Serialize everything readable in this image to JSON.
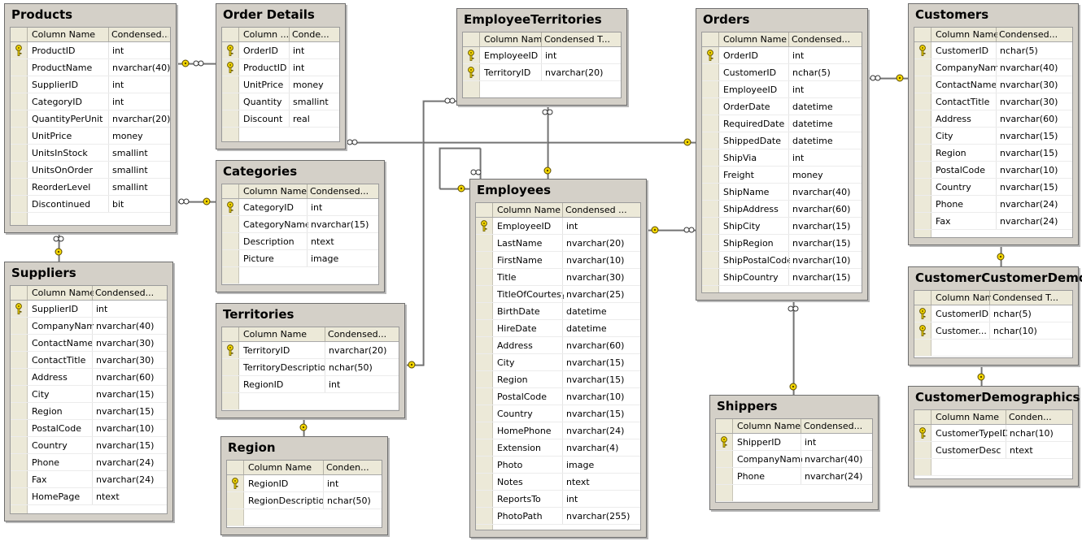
{
  "header": {
    "col_name": "Column Name",
    "col_type": "Condensed Type"
  },
  "tables": [
    {
      "name": "Products",
      "type_header": "Condensed...",
      "rows": [
        {
          "col": "ProductID",
          "type": "int",
          "pk": true
        },
        {
          "col": "ProductName",
          "type": "nvarchar(40)"
        },
        {
          "col": "SupplierID",
          "type": "int"
        },
        {
          "col": "CategoryID",
          "type": "int"
        },
        {
          "col": "QuantityPerUnit",
          "type": "nvarchar(20)"
        },
        {
          "col": "UnitPrice",
          "type": "money"
        },
        {
          "col": "UnitsInStock",
          "type": "smallint"
        },
        {
          "col": "UnitsOnOrder",
          "type": "smallint"
        },
        {
          "col": "ReorderLevel",
          "type": "smallint"
        },
        {
          "col": "Discontinued",
          "type": "bit"
        }
      ]
    },
    {
      "name": "Order Details",
      "name_header": "Column ...",
      "type_header": "Conde...",
      "rows": [
        {
          "col": "OrderID",
          "type": "int",
          "pk": true
        },
        {
          "col": "ProductID",
          "type": "int",
          "pk": true
        },
        {
          "col": "UnitPrice",
          "type": "money"
        },
        {
          "col": "Quantity",
          "type": "smallint"
        },
        {
          "col": "Discount",
          "type": "real"
        }
      ]
    },
    {
      "name": "EmployeeTerritories",
      "type_header": "Condensed T...",
      "rows": [
        {
          "col": "EmployeeID",
          "type": "int",
          "pk": true
        },
        {
          "col": "TerritoryID",
          "type": "nvarchar(20)",
          "pk": true
        }
      ]
    },
    {
      "name": "Orders",
      "type_header": "Condensed...",
      "rows": [
        {
          "col": "OrderID",
          "type": "int",
          "pk": true
        },
        {
          "col": "CustomerID",
          "type": "nchar(5)"
        },
        {
          "col": "EmployeeID",
          "type": "int"
        },
        {
          "col": "OrderDate",
          "type": "datetime"
        },
        {
          "col": "RequiredDate",
          "type": "datetime"
        },
        {
          "col": "ShippedDate",
          "type": "datetime"
        },
        {
          "col": "ShipVia",
          "type": "int"
        },
        {
          "col": "Freight",
          "type": "money"
        },
        {
          "col": "ShipName",
          "type": "nvarchar(40)"
        },
        {
          "col": "ShipAddress",
          "type": "nvarchar(60)"
        },
        {
          "col": "ShipCity",
          "type": "nvarchar(15)"
        },
        {
          "col": "ShipRegion",
          "type": "nvarchar(15)"
        },
        {
          "col": "ShipPostalCode",
          "type": "nvarchar(10)"
        },
        {
          "col": "ShipCountry",
          "type": "nvarchar(15)"
        }
      ]
    },
    {
      "name": "Customers",
      "type_header": "Condensed...",
      "rows": [
        {
          "col": "CustomerID",
          "type": "nchar(5)",
          "pk": true
        },
        {
          "col": "CompanyName",
          "type": "nvarchar(40)"
        },
        {
          "col": "ContactName",
          "type": "nvarchar(30)"
        },
        {
          "col": "ContactTitle",
          "type": "nvarchar(30)"
        },
        {
          "col": "Address",
          "type": "nvarchar(60)"
        },
        {
          "col": "City",
          "type": "nvarchar(15)"
        },
        {
          "col": "Region",
          "type": "nvarchar(15)"
        },
        {
          "col": "PostalCode",
          "type": "nvarchar(10)"
        },
        {
          "col": "Country",
          "type": "nvarchar(15)"
        },
        {
          "col": "Phone",
          "type": "nvarchar(24)"
        },
        {
          "col": "Fax",
          "type": "nvarchar(24)"
        }
      ]
    },
    {
      "name": "Categories",
      "type_header": "Condensed...",
      "rows": [
        {
          "col": "CategoryID",
          "type": "int",
          "pk": true
        },
        {
          "col": "CategoryName",
          "type": "nvarchar(15)"
        },
        {
          "col": "Description",
          "type": "ntext"
        },
        {
          "col": "Picture",
          "type": "image"
        }
      ]
    },
    {
      "name": "Employees",
      "type_header": "Condensed ...",
      "rows": [
        {
          "col": "EmployeeID",
          "type": "int",
          "pk": true
        },
        {
          "col": "LastName",
          "type": "nvarchar(20)"
        },
        {
          "col": "FirstName",
          "type": "nvarchar(10)"
        },
        {
          "col": "Title",
          "type": "nvarchar(30)"
        },
        {
          "col": "TitleOfCourtesy",
          "type": "nvarchar(25)"
        },
        {
          "col": "BirthDate",
          "type": "datetime"
        },
        {
          "col": "HireDate",
          "type": "datetime"
        },
        {
          "col": "Address",
          "type": "nvarchar(60)"
        },
        {
          "col": "City",
          "type": "nvarchar(15)"
        },
        {
          "col": "Region",
          "type": "nvarchar(15)"
        },
        {
          "col": "PostalCode",
          "type": "nvarchar(10)"
        },
        {
          "col": "Country",
          "type": "nvarchar(15)"
        },
        {
          "col": "HomePhone",
          "type": "nvarchar(24)"
        },
        {
          "col": "Extension",
          "type": "nvarchar(4)"
        },
        {
          "col": "Photo",
          "type": "image"
        },
        {
          "col": "Notes",
          "type": "ntext"
        },
        {
          "col": "ReportsTo",
          "type": "int"
        },
        {
          "col": "PhotoPath",
          "type": "nvarchar(255)"
        }
      ]
    },
    {
      "name": "Suppliers",
      "type_header": "Condensed...",
      "rows": [
        {
          "col": "SupplierID",
          "type": "int",
          "pk": true
        },
        {
          "col": "CompanyName",
          "type": "nvarchar(40)"
        },
        {
          "col": "ContactName",
          "type": "nvarchar(30)"
        },
        {
          "col": "ContactTitle",
          "type": "nvarchar(30)"
        },
        {
          "col": "Address",
          "type": "nvarchar(60)"
        },
        {
          "col": "City",
          "type": "nvarchar(15)"
        },
        {
          "col": "Region",
          "type": "nvarchar(15)"
        },
        {
          "col": "PostalCode",
          "type": "nvarchar(10)"
        },
        {
          "col": "Country",
          "type": "nvarchar(15)"
        },
        {
          "col": "Phone",
          "type": "nvarchar(24)"
        },
        {
          "col": "Fax",
          "type": "nvarchar(24)"
        },
        {
          "col": "HomePage",
          "type": "ntext"
        }
      ]
    },
    {
      "name": "Territories",
      "type_header": "Condensed...",
      "rows": [
        {
          "col": "TerritoryID",
          "type": "nvarchar(20)",
          "pk": true
        },
        {
          "col": "TerritoryDescription",
          "type": "nchar(50)"
        },
        {
          "col": "RegionID",
          "type": "int"
        }
      ]
    },
    {
      "name": "Region",
      "type_header": "Conden...",
      "rows": [
        {
          "col": "RegionID",
          "type": "int",
          "pk": true
        },
        {
          "col": "RegionDescription",
          "type": "nchar(50)"
        }
      ]
    },
    {
      "name": "CustomerCustomerDemo",
      "type_header": "Condensed T...",
      "rows": [
        {
          "col": "CustomerID",
          "type": "nchar(5)",
          "pk": true
        },
        {
          "col": "Customer...",
          "type": "nchar(10)",
          "pk": true
        }
      ]
    },
    {
      "name": "CustomerDemographics",
      "type_header": "Conden...",
      "rows": [
        {
          "col": "CustomerTypeID",
          "type": "nchar(10)",
          "pk": true
        },
        {
          "col": "CustomerDesc",
          "type": "ntext"
        }
      ]
    },
    {
      "name": "Shippers",
      "type_header": "Condensed...",
      "rows": [
        {
          "col": "ShipperID",
          "type": "int",
          "pk": true
        },
        {
          "col": "CompanyName",
          "type": "nvarchar(40)"
        },
        {
          "col": "Phone",
          "type": "nvarchar(24)"
        }
      ]
    }
  ]
}
